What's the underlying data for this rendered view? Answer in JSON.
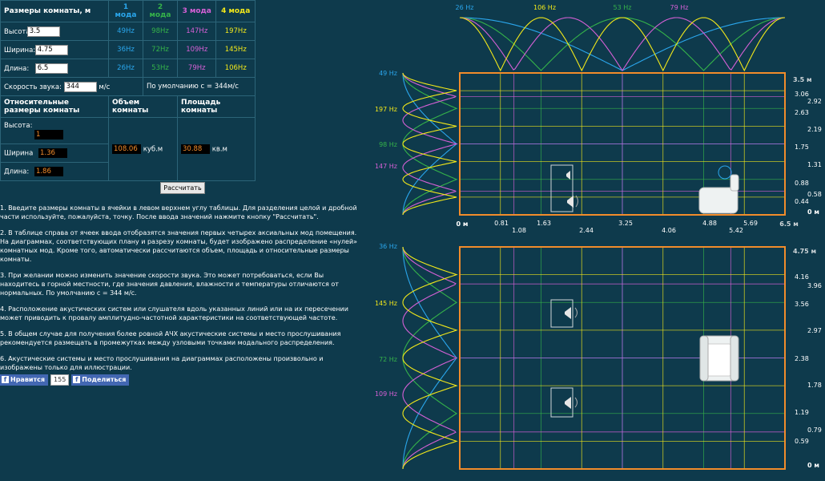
{
  "room_table": {
    "title": "Размеры комнаты, м",
    "mode_headers": [
      "1 мода",
      "2 мода",
      "3 мода",
      "4 мода"
    ],
    "rows": [
      {
        "label": "Высота:",
        "value": "3.5",
        "modes": [
          "49Hz",
          "98Hz",
          "147Hz",
          "197Hz"
        ]
      },
      {
        "label": "Ширина:",
        "value": "4.75",
        "modes": [
          "36Hz",
          "72Hz",
          "109Hz",
          "145Hz"
        ]
      },
      {
        "label": "Длина:",
        "value": "6.5",
        "modes": [
          "26Hz",
          "53Hz",
          "79Hz",
          "106Hz"
        ]
      }
    ],
    "sound_speed_label": "Скорость звука:",
    "sound_speed_value": "344",
    "sound_speed_unit": "м/с",
    "default_note": "По  умолчанию с = 344м/с"
  },
  "relative": {
    "header": "Относительные размеры комнаты",
    "volume_header": "Объем комнаты",
    "area_header": "Площадь комнаты",
    "rows": [
      {
        "label": "Высота:",
        "value": "1"
      },
      {
        "label": "Ширина",
        "value": "1.36"
      },
      {
        "label": "Длина:",
        "value": "1.86"
      }
    ],
    "volume_value": "108.06",
    "volume_unit": "куб.м",
    "area_value": "30.88",
    "area_unit": "кв.м"
  },
  "calc_button": "Рассчитать",
  "instructions": [
    "1. Введите размеры комнаты в ячейки в левом верхнем углу таблицы. Для разделения целой и дробной части используйте, пожалуйста, точку. После ввода значений нажмите кнопку \"Рассчитать\".",
    "2. В таблице справа от ячеек ввода отобразятся значения первых четырех аксиальных мод помещения. На диаграммах, соответствующих плану и разрезу комнаты, будет изображено распределение «нулей» комнатных мод. Кроме того, автоматически рассчитаются объем, площадь и относительные размеры комнаты.",
    "3. При желании можно изменить значение скорости звука. Это может потребоваться, если Вы находитесь в горной местности, где значения давления, влажности и температуры отличаются от нормальных. По умолчанию с = 344 м/с.",
    "4. Расположение акустических систем или слушателя вдоль указанных линий или на их пересечении может приводить к провалу амплитудно-частотной характеристики на соответствующей частоте.",
    "5. В общем случае для получения более ровной АЧХ акустические системы и место прослушивания рекомендуется размещать в промежутках между узловыми точками модального распределения.",
    "6. Акустические системы и место прослушивания на диаграммах расположены произвольно и изображены только для иллюстрации."
  ],
  "social": {
    "like": "Нравится",
    "count": "155",
    "share": "Поделиться"
  },
  "colors": {
    "mode1": "#2aa6ec",
    "mode2": "#35b34a",
    "mode3": "#d660d6",
    "mode4": "#f2e81a",
    "room_border": "#f28c2b",
    "background": "#0e3a4c"
  },
  "diagram": {
    "top_freqs": [
      "26 Hz",
      "106 Hz",
      "53 Hz",
      "79 Hz"
    ],
    "length_max": "6.5 м",
    "length_ticks": [
      "0 м",
      "0.81",
      "1.08",
      "1.63",
      "2.44",
      "3.25",
      "4.06",
      "4.88",
      "5.42",
      "5.69"
    ],
    "section": {
      "freq_labels": [
        "49 Hz",
        "197 Hz",
        "98 Hz",
        "147 Hz"
      ],
      "height_max": "3.5 м",
      "ticks": [
        "3.06",
        "2.92",
        "2.63",
        "2.19",
        "1.75",
        "1.31",
        "0.88",
        "0.58",
        "0.44",
        "0 м"
      ]
    },
    "plan": {
      "freq_labels": [
        "36 Hz",
        "145 Hz",
        "72 Hz",
        "109 Hz"
      ],
      "width_max": "4.75 м",
      "ticks": [
        "4.16",
        "3.96",
        "3.56",
        "2.97",
        "2.38",
        "1.78",
        "1.19",
        "0.79",
        "0.59",
        "0 м"
      ]
    }
  }
}
